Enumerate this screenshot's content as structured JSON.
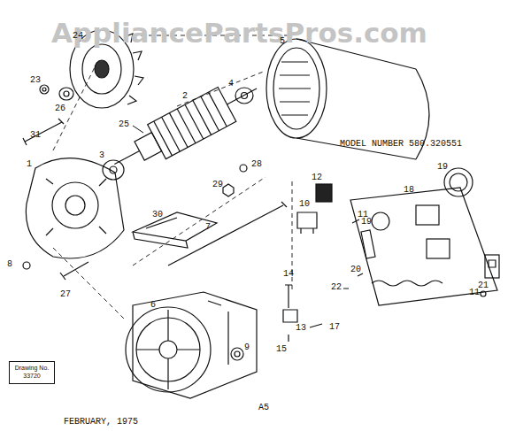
{
  "diagram": {
    "nodes": [
      {
        "text": [
          "Drawing No. 33720"
        ]
      }
    ],
    "labels": [
      "AppliancePartsPros.com",
      "24",
      "23",
      "26",
      "31",
      "25",
      "2",
      "4",
      "5",
      "3",
      "28",
      "29",
      "1",
      "30",
      "7",
      "8",
      "27",
      "MODEL NUMBER 580.320551",
      "12",
      "10",
      "11",
      "19",
      "18",
      "19",
      "21",
      "20",
      "22",
      "11",
      "14",
      "13",
      "17",
      "15",
      "6",
      "9",
      "A5",
      "FEBRUARY, 1975"
    ]
  }
}
